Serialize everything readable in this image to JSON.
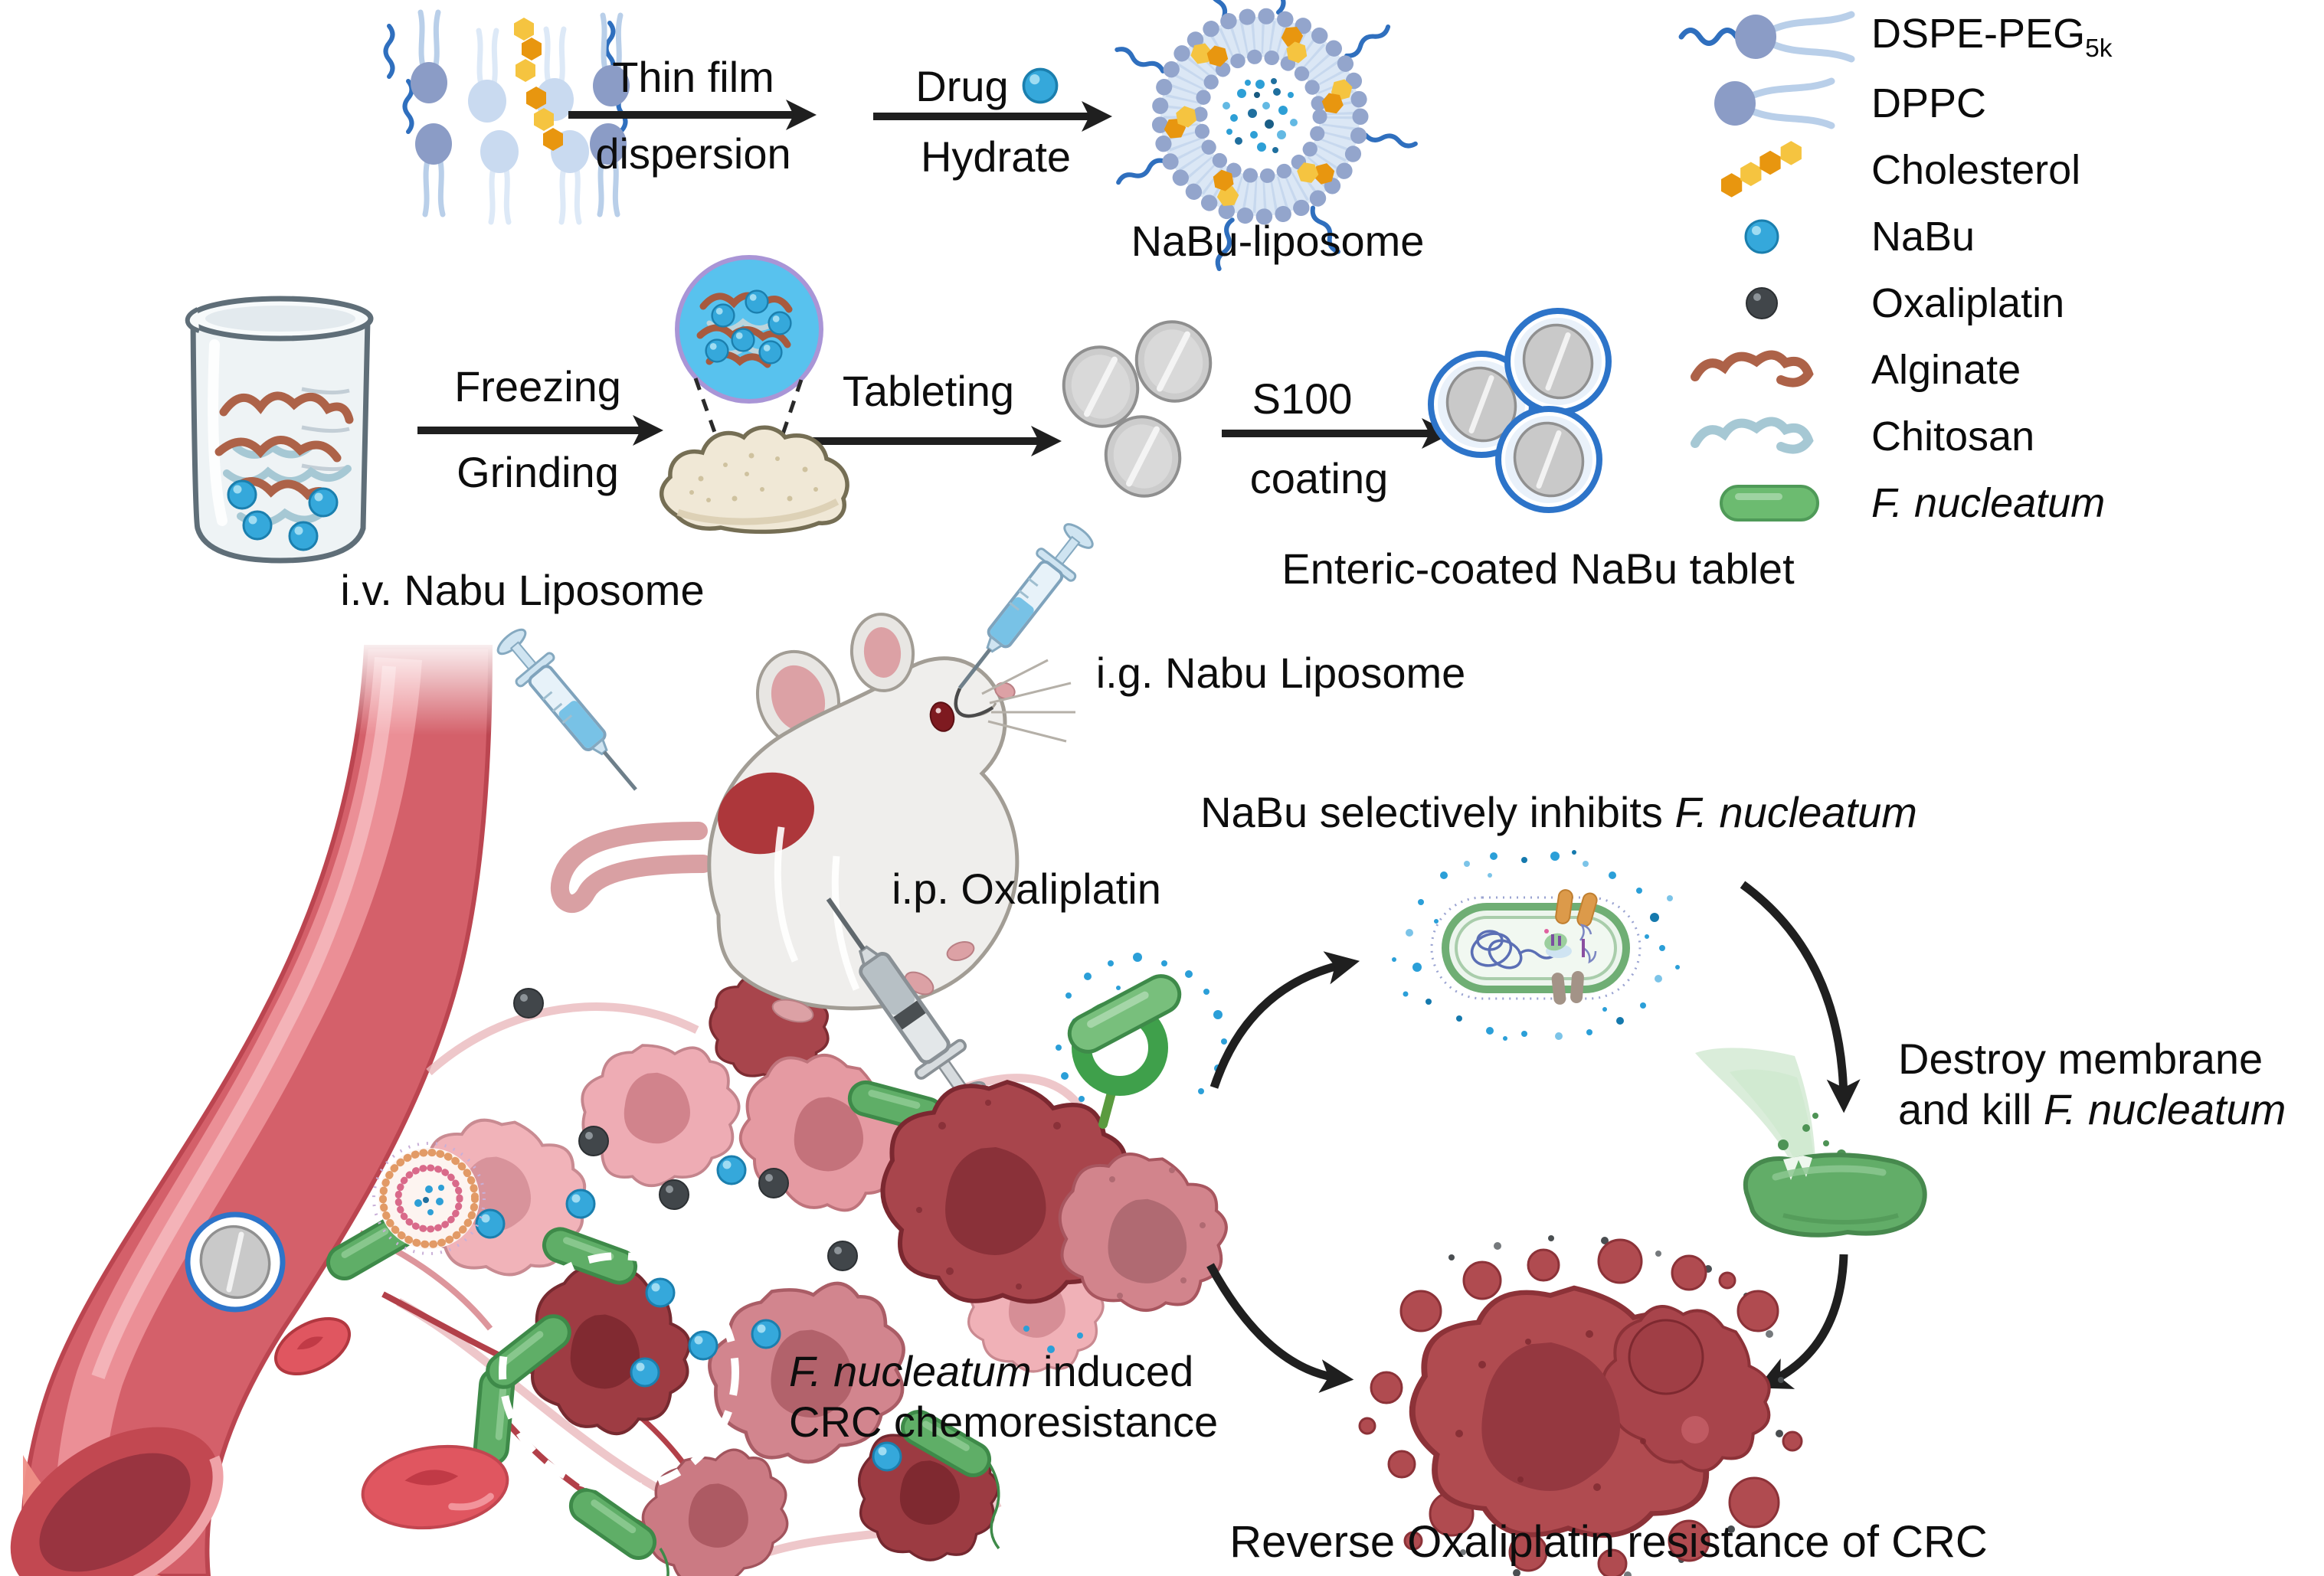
{
  "figure_title": "NaBu liposome and enteric-coated tablet scheme against F. nucleatum-induced CRC chemoresistance",
  "labels": {
    "thin_film_1": "Thin film",
    "thin_film_2": "dispersion",
    "drug": "Drug",
    "hydrate": "Hydrate",
    "nabu_liposome": "NaBu-liposome",
    "freezing": "Freezing",
    "grinding": "Grinding",
    "tableting": "Tableting",
    "s100": "S100",
    "coating": "coating",
    "enteric_tablet": "Enteric-coated NaBu tablet",
    "iv": "i.v. Nabu Liposome",
    "ig": "i.g. Nabu Liposome",
    "ip": "i.p. Oxaliplatin",
    "inhibit_prefix": "NaBu selectively inhibits ",
    "inhibit_species": "F. nucleatum",
    "destroy_1": "Destroy membrane",
    "destroy_2_prefix": "and kill ",
    "destroy_2_species": "F. nucleatum",
    "induced_species": "F. nucleatum",
    "induced_suffix": " induced",
    "induced_2": "CRC chemoresistance",
    "reverse": "Reverse Oxaliplatin resistance of CRC"
  },
  "legend": {
    "items": [
      {
        "id": "dspe-peg",
        "label": "DSPE-PEG",
        "subscript": "5k"
      },
      {
        "id": "dppc",
        "label": "DPPC"
      },
      {
        "id": "cholesterol",
        "label": "Cholesterol"
      },
      {
        "id": "nabu",
        "label": "NaBu"
      },
      {
        "id": "oxaliplatin",
        "label": "Oxaliplatin"
      },
      {
        "id": "alginate",
        "label": "Alginate"
      },
      {
        "id": "chitosan",
        "label": "Chitosan"
      },
      {
        "id": "f-nucleatum",
        "label": "F. nucleatum",
        "italic": true
      }
    ]
  },
  "colors": {
    "text": "#0d0d0d",
    "arrow": "#1f1f1f",
    "nabu_blue": "#35a8db",
    "oxaliplatin_dark": "#41464a",
    "alginate_brown": "#ad6248",
    "chitosan_blue": "#a6c8d4",
    "fnucleatum_green": "#6cbb70",
    "lipid_head": "#8b9cc6",
    "peg_blue": "#2f6fbe",
    "cholesterol_orange": "#e8960f",
    "cholesterol_yellow": "#f5c440",
    "tablet_gray": "#c9c9c9",
    "coating_blue": "#2d74c9",
    "vessel_red": "#d4606a",
    "tumor_dark_red": "#a5434a",
    "tumor_pink": "#f1b3b9",
    "magnifier_blue": "#58c2ee"
  }
}
